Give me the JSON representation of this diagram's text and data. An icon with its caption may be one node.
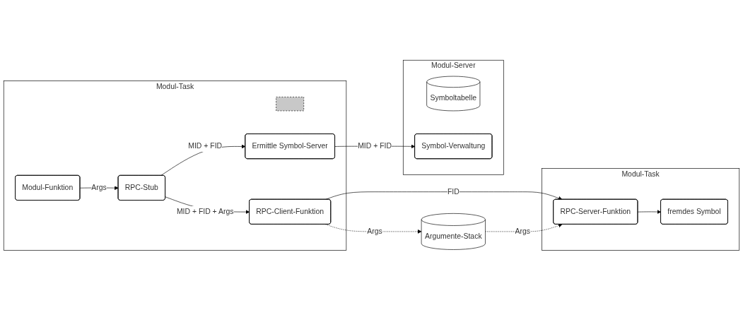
{
  "diagram": {
    "nodes": [
      {
        "text": [
          "Modul-Server"
        ]
      },
      {
        "text": [
          "Symboltabelle"
        ],
        "in": 0
      },
      {
        "text": [
          "Symbol-Verwaltung"
        ],
        "in": 0
      },
      {
        "text": [
          "Modul-Task"
        ]
      },
      {
        "text": [
          "Modul-Funktion"
        ],
        "in": 3
      },
      {
        "text": [],
        "shape": "box",
        "in": 3
      },
      {
        "text": [
          "RPC-Stub"
        ],
        "in": 3
      },
      {
        "text": [
          "RPC-Client-Funktion"
        ],
        "in": 3
      },
      {
        "text": [
          "Ermittle Symbol-Server"
        ],
        "in": 3
      },
      {
        "text": [
          "Modul-Task"
        ]
      },
      {
        "text": [
          "RPC-Server-Funktion"
        ],
        "in": 9
      },
      {
        "text": [
          "fremdes Symbol"
        ],
        "in": 9
      },
      {
        "text": [
          "Argumente-Stack"
        ]
      }
    ],
    "edges": [
      {
        "from": 4,
        "to": 6,
        "arrow": "to",
        "label": "Args"
      },
      {
        "from": 6,
        "to": 7,
        "arrow": "to",
        "label": "MID + FID + Args"
      },
      {
        "from": 6,
        "to": 8,
        "arrow": "to",
        "label": "MID + FID"
      },
      {
        "from": 8,
        "to": 2,
        "arrow": "to",
        "label": "MID + FID"
      },
      {
        "from": 7,
        "to": 10,
        "arrow": "to",
        "label": "FID"
      },
      {
        "from": 7,
        "to": 12,
        "arrow": "to",
        "label": "Args",
        "style": "dashed"
      },
      {
        "from": 12,
        "to": 10,
        "arrow": "to",
        "label": "Args",
        "style": "dashed"
      },
      {
        "from": 10,
        "to": 11,
        "arrow": "to"
      }
    ]
  }
}
